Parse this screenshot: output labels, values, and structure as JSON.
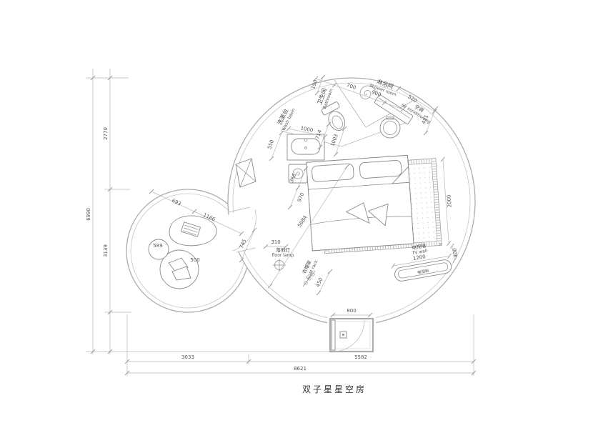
{
  "title": "双子星星空房",
  "rooms": {
    "washbasin": {
      "cn": "洗漱台",
      "en": "Wash basin"
    },
    "bathroom": {
      "cn": "卫生间",
      "en": "Bathroom"
    },
    "shower": {
      "cn": "淋浴间",
      "en": "Shower room"
    },
    "ac": {
      "cn": "空调",
      "en": "air conditioning"
    },
    "floor_lamp": {
      "cn": "落地灯",
      "en": "floor lamp"
    },
    "coat_rack": {
      "cn": "衣帽架",
      "en": "Coat rack"
    },
    "tv_wall": {
      "cn": "电视墙",
      "en": "TV wall"
    },
    "tv_cabinet": {
      "cn": "电视柜"
    }
  },
  "dims": {
    "total_width": "8621",
    "width_left": "3033",
    "width_right": "5582",
    "total_height": "6990",
    "height_top": "2770",
    "height_mid": "3139",
    "entry": "800",
    "bed": "2000",
    "diag_main": "5684",
    "tv_len": "1200",
    "tv_dep": "400",
    "coat": "450",
    "lamp": "310",
    "neck": "745",
    "small_a": "693",
    "small_b": "1166",
    "round_a": "589",
    "round_b": "500",
    "stand_a": "366",
    "stand_b": "970",
    "basin_a": "550",
    "basin_b": "1000",
    "wc_a": "714",
    "wc_b": "1003",
    "shower_a": "190",
    "shower_b": "700",
    "shower_c": "900",
    "ac_a": "520",
    "ac_b": "421"
  }
}
